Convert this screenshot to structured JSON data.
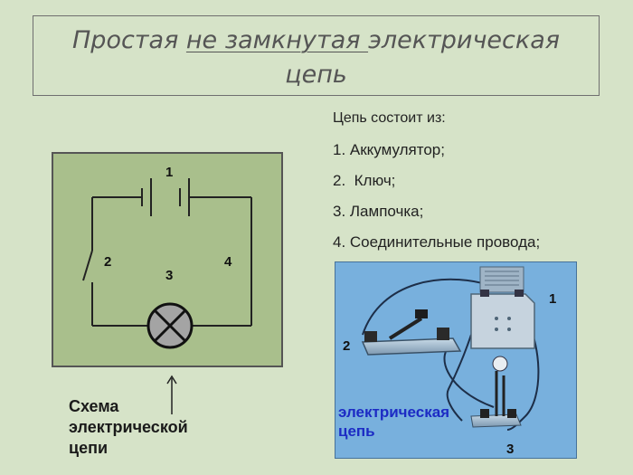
{
  "title": {
    "before": "Простая ",
    "underlined": "не замкнутая ",
    "after": "электрическая",
    "line2": "цепь"
  },
  "parts": {
    "heading": "Цепь состоит из:",
    "items": [
      "1. Аккумулятор;",
      "2.  Ключ;",
      "3. Лампочка;",
      "4. Соединительные провода;"
    ]
  },
  "scheme": {
    "labels": {
      "battery": "1",
      "switch": "2",
      "lamp": "3",
      "wires": "4"
    },
    "caption": [
      "Схема",
      "электрической",
      "цепи"
    ]
  },
  "photo": {
    "labels": {
      "battery": "1",
      "switch": "2",
      "lamp": "3"
    },
    "caption": [
      "электрическая",
      "цепь"
    ]
  }
}
